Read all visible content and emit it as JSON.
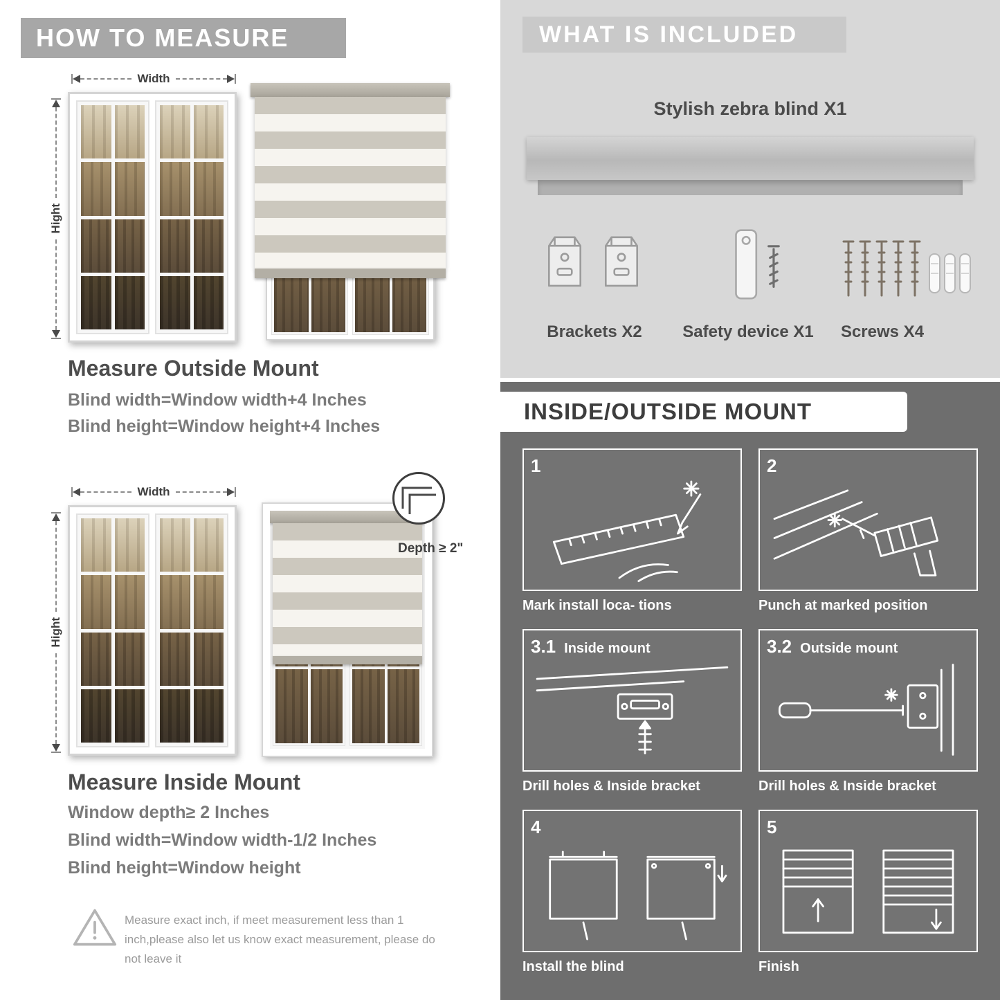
{
  "left": {
    "header": "HOW TO MEASURE",
    "outside": {
      "width_label": "Width",
      "height_label": "Hight",
      "title": "Measure Outside Mount",
      "line1": "Blind width=Window width+4 Inches",
      "line2": "Blind height=Window height+4 Inches"
    },
    "inside": {
      "width_label": "Width",
      "height_label": "Hight",
      "depth_label": "Depth ≥ 2\"",
      "title": "Measure Inside Mount",
      "line1": "Window depth≥ 2 Inches",
      "line2": "Blind width=Window width-1/2 Inches",
      "line3": "Blind height=Window height"
    },
    "warning": "Measure exact inch, if meet measurement less than 1 inch,please also let us know exact measurement, please do not leave it"
  },
  "right": {
    "included": {
      "header": "WHAT IS INCLUDED",
      "product": "Stylish zebra blind X1",
      "items": [
        {
          "name": "brackets-icon",
          "label": "Brackets X2"
        },
        {
          "name": "safety-device-icon",
          "label": "Safety device X1"
        },
        {
          "name": "screws-icon",
          "label": "Screws X4"
        }
      ]
    },
    "mount": {
      "header": "INSIDE/OUTSIDE MOUNT",
      "steps": [
        {
          "num": "1",
          "caption": "Mark install loca- tions"
        },
        {
          "num": "2",
          "caption": "Punch at  marked position"
        },
        {
          "num": "3.1",
          "label": "Inside mount",
          "caption": "Drill holes &  Inside bracket"
        },
        {
          "num": "3.2",
          "label": "Outside mount",
          "caption": "Drill holes &  Inside bracket"
        },
        {
          "num": "4",
          "caption": "Install the blind"
        },
        {
          "num": "5",
          "caption": "Finish"
        }
      ]
    }
  },
  "colors": {
    "header_gray": "#a7a7a7",
    "included_bg": "#d8d8d8",
    "included_header_bg": "#c9c9c9",
    "mount_panel_bg": "#6e6e6e",
    "title_text": "#4d4d4d",
    "body_text": "#7b7b7b"
  }
}
